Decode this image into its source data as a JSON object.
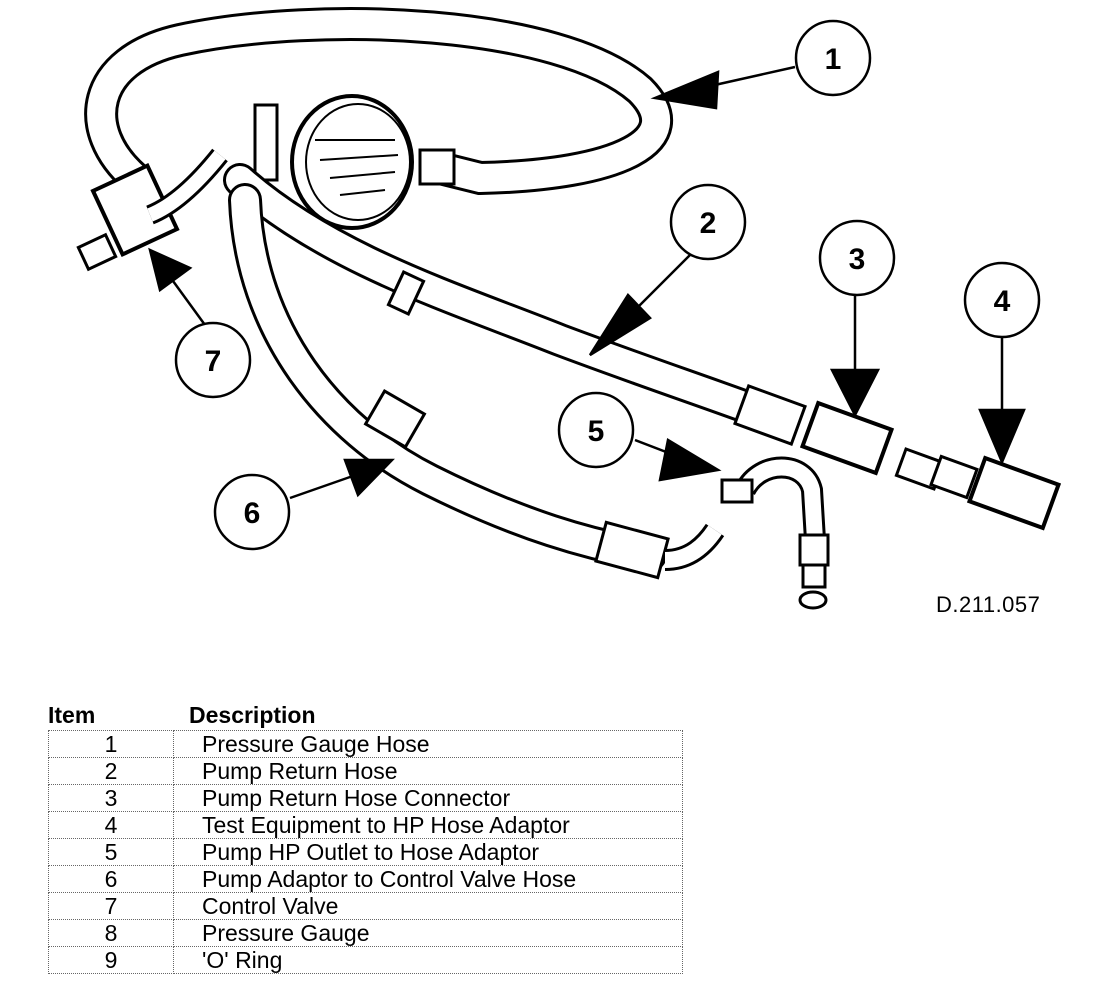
{
  "figure_ref": "D.211.057",
  "callouts": [
    "1",
    "2",
    "3",
    "4",
    "5",
    "6",
    "7"
  ],
  "legend": {
    "header_item": "Item",
    "header_description": "Description",
    "rows": [
      {
        "item": "1",
        "description": "Pressure Gauge Hose"
      },
      {
        "item": "2",
        "description": "Pump Return Hose"
      },
      {
        "item": "3",
        "description": "Pump Return Hose Connector"
      },
      {
        "item": "4",
        "description": "Test Equipment to HP Hose Adaptor"
      },
      {
        "item": "5",
        "description": "Pump HP Outlet to Hose Adaptor"
      },
      {
        "item": "6",
        "description": "Pump Adaptor to Control Valve Hose"
      },
      {
        "item": "7",
        "description": "Control Valve"
      },
      {
        "item": "8",
        "description": "Pressure Gauge"
      },
      {
        "item": "9",
        "description": "'O' Ring"
      }
    ]
  }
}
